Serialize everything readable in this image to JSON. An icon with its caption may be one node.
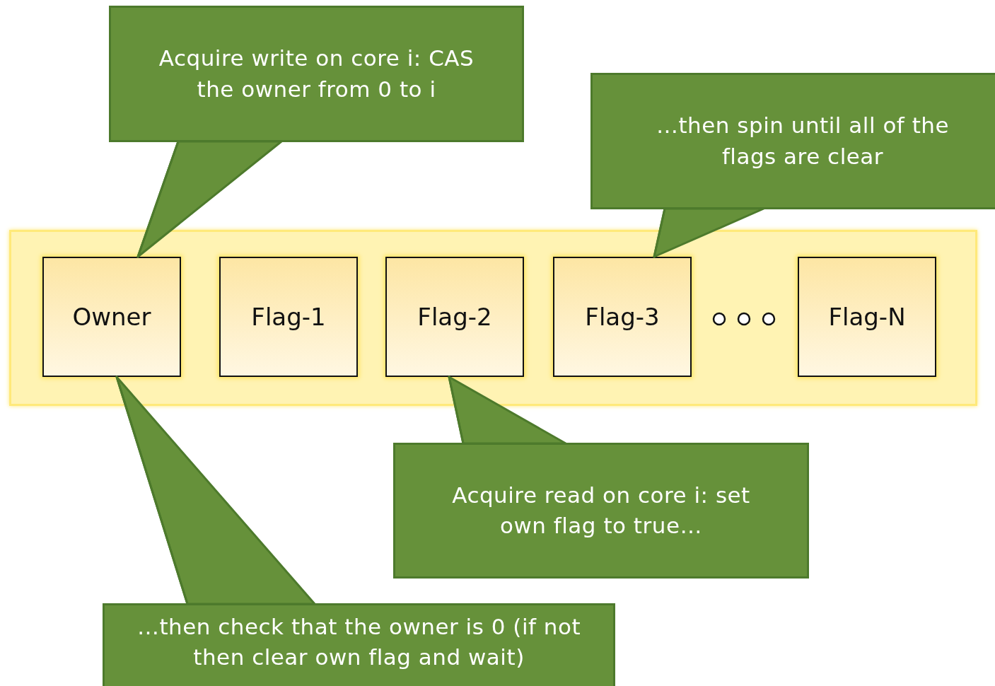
{
  "diagram": {
    "nodes": [
      {
        "text": [
          "Acquire write on core i: CAS the owner from 0 to i"
        ]
      },
      {
        "text": [
          "…then spin until all of the flags are clear"
        ]
      },
      {
        "text": [],
        "shape": "box"
      },
      {
        "text": [
          "Owner"
        ],
        "in": 2
      },
      {
        "text": [
          "Flag-1"
        ],
        "in": 2
      },
      {
        "text": [
          "Flag-2"
        ],
        "in": 2
      },
      {
        "text": [
          "Flag-3"
        ],
        "in": 2
      },
      {
        "text": [
          "Flag-N"
        ],
        "in": 2
      },
      {
        "text": [
          "Acquire read on core i: set own flag to true…"
        ]
      },
      {
        "text": [
          "…then check that the owner is 0 (if not then clear own flag and wait)"
        ]
      }
    ],
    "edges": [
      {
        "from": 0,
        "to": 3,
        "arrow": "none"
      },
      {
        "from": 1,
        "to": 6,
        "arrow": "none"
      },
      {
        "from": 8,
        "to": 5,
        "arrow": "none"
      },
      {
        "from": 9,
        "to": 3,
        "arrow": "none"
      }
    ]
  }
}
